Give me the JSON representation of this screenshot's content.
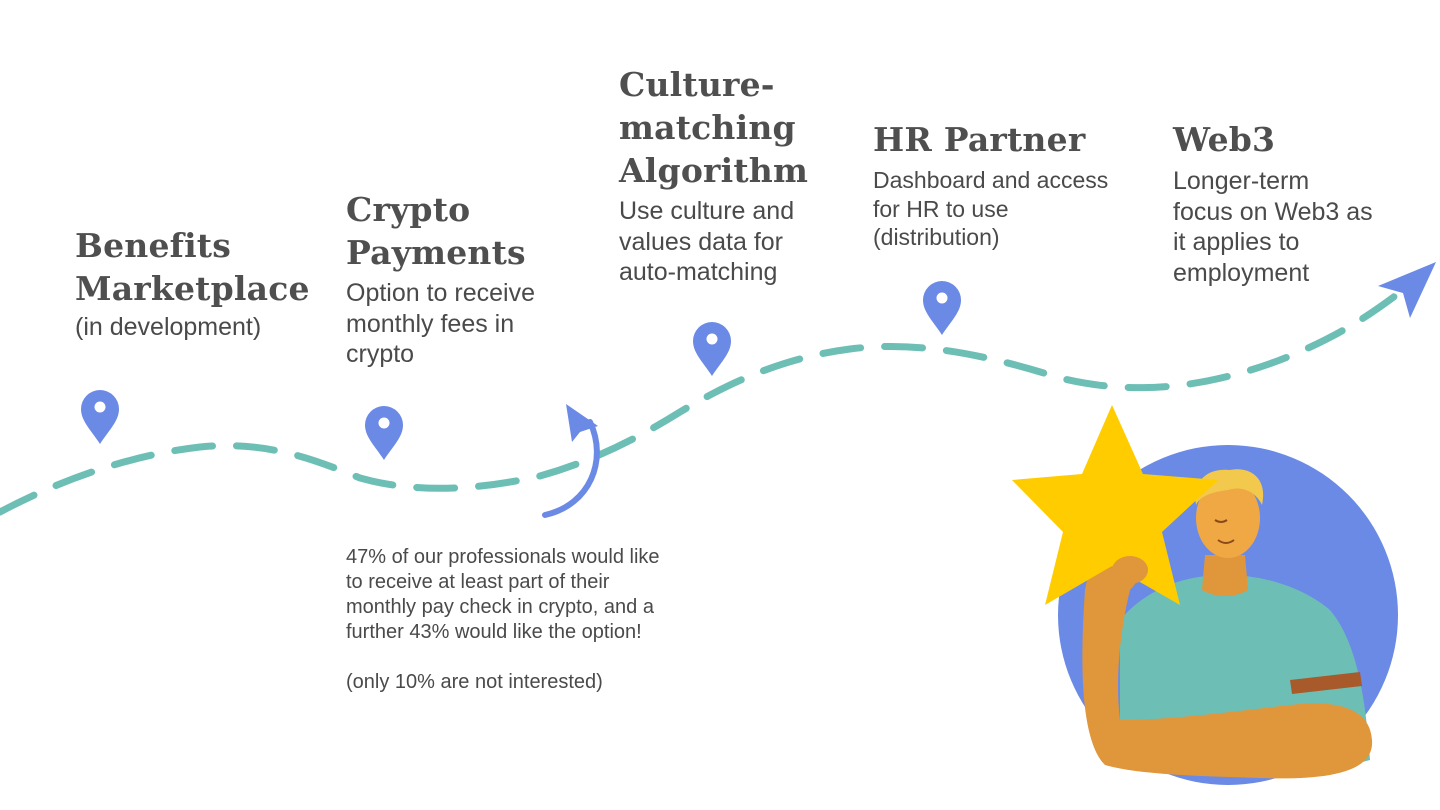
{
  "milestones": [
    {
      "id": "benefits-marketplace",
      "title_lines": [
        "Benefits",
        "Marketplace"
      ],
      "desc_lines": [
        "(in development)"
      ]
    },
    {
      "id": "crypto-payments",
      "title_lines": [
        "Crypto",
        "Payments"
      ],
      "desc_lines": [
        "Option to receive",
        "monthly fees in",
        "crypto"
      ]
    },
    {
      "id": "culture-matching-algorithm",
      "title_lines": [
        "Culture-",
        "matching",
        "Algorithm"
      ],
      "desc_lines": [
        "Use culture and",
        "values data for",
        "auto-matching"
      ]
    },
    {
      "id": "hr-partner",
      "title_lines": [
        "HR Partner"
      ],
      "desc_lines": [
        "Dashboard and access",
        "for HR  to use",
        "(distribution)"
      ]
    },
    {
      "id": "web3",
      "title_lines": [
        "Web3"
      ],
      "desc_lines": [
        "Longer-term",
        "focus on Web3 as",
        "it applies to",
        "employment"
      ]
    }
  ],
  "crypto_note": {
    "lines": [
      "47% of our professionals would like",
      "to receive at least part of their",
      "monthly pay check in crypto, and a",
      "further 43% would like the option!",
      "",
      "(only 10% are not interested)"
    ]
  },
  "colors": {
    "heading": "#4f4f4f",
    "text": "#4a4a4a",
    "path_dash": "#6dbfb5",
    "pin": "#6b8ae6",
    "arrow": "#6b8ae6",
    "star": "#ffcc00",
    "circle": "#6b8ae6",
    "shirt": "#6dbfb5",
    "skin": "#e0963a",
    "hair": "#f2c94c"
  },
  "icons": {
    "pin": "map-pin-icon",
    "arrow": "curved-arrow-icon",
    "end_arrow": "arrowhead-icon",
    "illustration": "person-holding-star-illustration"
  }
}
